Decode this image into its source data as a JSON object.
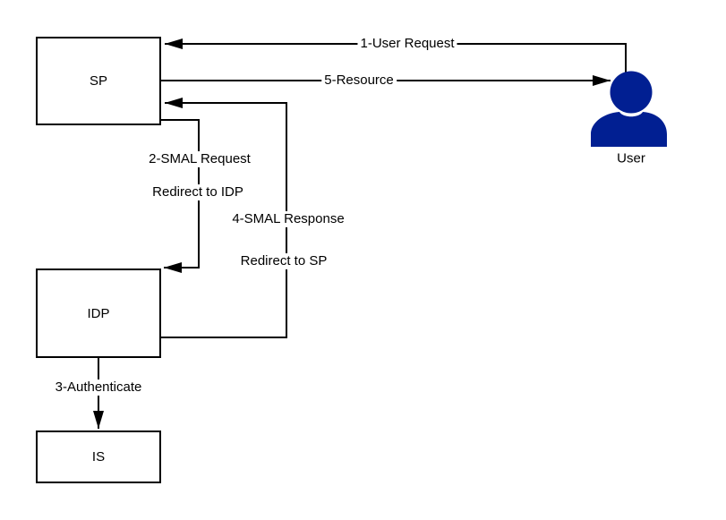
{
  "diagram": {
    "nodes": {
      "sp": {
        "label": "SP"
      },
      "idp": {
        "label": "IDP"
      },
      "is": {
        "label": "IS"
      },
      "user": {
        "label": "User"
      }
    },
    "edges": {
      "user_request": {
        "label": "1-User Request"
      },
      "resource": {
        "label": "5-Resource"
      },
      "saml_request": {
        "label": "2-SMAL Request",
        "sublabel": "Redirect to IDP"
      },
      "saml_response": {
        "label": "4-SMAL Response",
        "sublabel": "Redirect to SP"
      },
      "authenticate": {
        "label": "3-Authenticate"
      }
    },
    "colors": {
      "stroke": "#000000",
      "user_icon": "#011f92"
    }
  }
}
